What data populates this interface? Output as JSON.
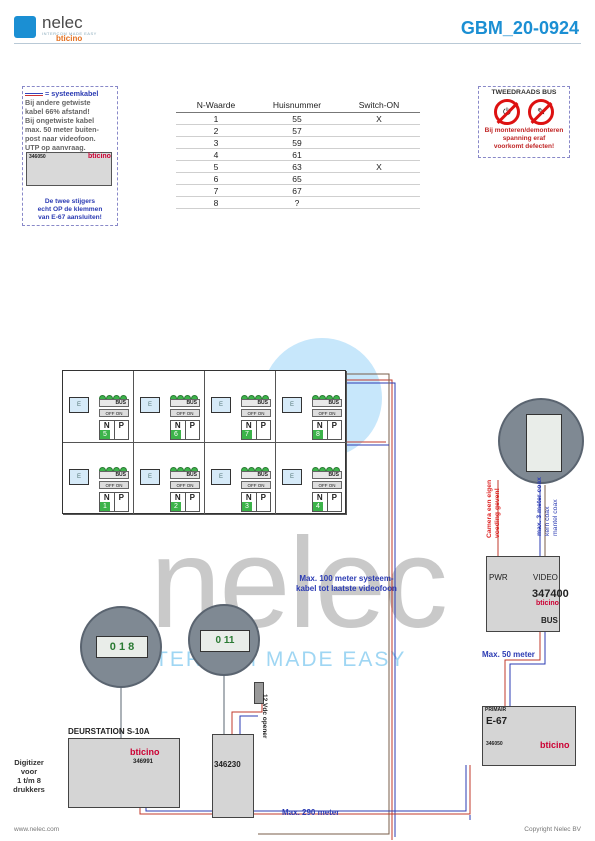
{
  "header": {
    "brand": "nelec",
    "brand_tagline": "INTERCOM MADE EASY",
    "brand_sub": "bticino",
    "doc_title": "GBM_20-0924"
  },
  "note_left": {
    "legend": "= systeemkabel",
    "lines": [
      "Bij andere getwiste",
      "kabel 66% afstand!",
      "Bij ongetwiste kabel",
      "max. 50 meter buiten-",
      "post naar videofoon.",
      "UTP op aanvraag."
    ],
    "device_code": "346050",
    "device_brand": "bticino",
    "bottom_lines": [
      "De twee stijgers",
      "echt OP de klemmen",
      "van E-67 aansluiten!"
    ]
  },
  "note_right": {
    "title": "TWEEDRAADS BUS",
    "lines": [
      "Bij monteren/demonteren",
      "spanning eraf",
      "voorkomt defecten!"
    ]
  },
  "table": {
    "headers": [
      "N-Waarde",
      "Huisnummer",
      "Switch-ON"
    ],
    "rows": [
      [
        "1",
        "55",
        "X"
      ],
      [
        "2",
        "57",
        ""
      ],
      [
        "3",
        "59",
        ""
      ],
      [
        "4",
        "61",
        ""
      ],
      [
        "5",
        "63",
        "X"
      ],
      [
        "6",
        "65",
        ""
      ],
      [
        "7",
        "67",
        ""
      ],
      [
        "8",
        "?",
        ""
      ]
    ]
  },
  "monitors": {
    "screen_label": "E",
    "bus_label": "BUS",
    "switch_label": "OFF ON",
    "n_label": "N",
    "p_label": "P",
    "numbers_top": [
      "5",
      "6",
      "7",
      "8"
    ],
    "numbers_bottom": [
      "1",
      "2",
      "3",
      "4"
    ]
  },
  "watermark": {
    "word": "nelec",
    "slogan": "INTERCOM MADE EASY"
  },
  "labels": {
    "cable_100": [
      "Max. 100 meter systeem-",
      "kabel tot laatste videofoon"
    ],
    "cable_50": "Max. 50 meter",
    "cable_290": "Max. 290 meter",
    "door_station": "DEURSTATION S-10A",
    "door_station_code": "346991",
    "door_station_brand": "bticino",
    "digitizer": [
      "Digitizer",
      "voor",
      "1 t/m 8",
      "drukkers"
    ],
    "power_code": "346230",
    "door_opener": "12 Vdc opener",
    "video_code": "347400",
    "video_brand": "bticino",
    "video_bus": "BUS",
    "video_pwr": "PWR",
    "video_video": "VIDEO",
    "camera_note": [
      "Camera een eigen",
      "voeding geven!"
    ],
    "coax_note": [
      "max. 3 meter coax",
      "kern coax",
      "mantel coax"
    ],
    "e67_primair": "PRIMAIR",
    "e67_name": "E-67",
    "e67_code": "346050",
    "e67_brand": "bticino",
    "circle_left_digits": "0 1 8",
    "circle_mid_digits": "0 11"
  },
  "footer": {
    "left": "www.nelec.com",
    "right": "Copyright Nelec BV"
  },
  "colors": {
    "brand_blue": "#1b8fd3",
    "wire_red": "#c0392b",
    "wire_blue": "#2b3bb3",
    "terminal_green": "#3cb34a",
    "warn_red": "#c02525"
  }
}
